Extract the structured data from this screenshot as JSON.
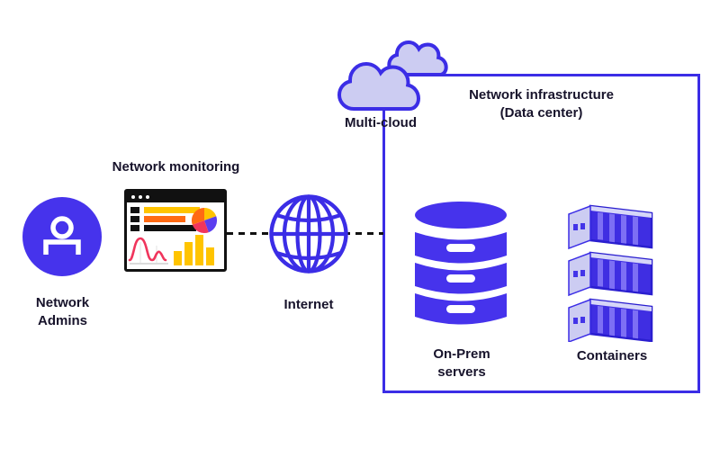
{
  "colors": {
    "indigo": "#4633ec",
    "stroke": "#3b2de6",
    "cloud_fill": "#ccccf2",
    "yellow": "#ffc400",
    "orange": "#ff6a13",
    "red": "#f0355c",
    "violet": "#5b3df0",
    "ink": "#111111",
    "text": "#17132b"
  },
  "nodes": {
    "admins": {
      "label": "Network Admins",
      "icon": "person-icon"
    },
    "monitoring": {
      "label": "Network monitoring",
      "icon": "dashboard-window-icon"
    },
    "internet": {
      "label": "Internet",
      "icon": "globe-icon"
    },
    "multicloud": {
      "label": "Multi-cloud",
      "icon": "clouds-icon"
    },
    "infrastructure": {
      "line1": "Network infrastructure",
      "line2": "(Data center)"
    },
    "onprem": {
      "label": "On-Prem servers",
      "icon": "database-stack-icon"
    },
    "containers": {
      "label": "Containers",
      "icon": "container-stack-icon"
    }
  },
  "connectors": [
    {
      "from": "monitoring",
      "to": "infrastructure",
      "style": "dashed",
      "through": "internet"
    }
  ]
}
